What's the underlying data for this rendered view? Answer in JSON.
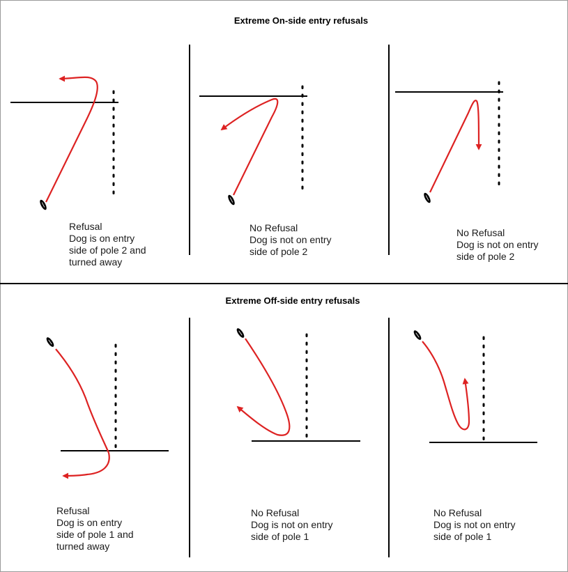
{
  "sections": [
    {
      "title": "Extreme On-side entry refusals",
      "panels": [
        {
          "caption": [
            "Refusal",
            "Dog is on entry",
            "side of pole 2 and",
            "turned away"
          ]
        },
        {
          "caption": [
            "No Refusal",
            "Dog is not on entry",
            "side of pole 2"
          ]
        },
        {
          "caption": [
            "No Refusal",
            "Dog is not on entry",
            "side of pole 2"
          ]
        }
      ]
    },
    {
      "title": "Extreme Off-side entry refusals",
      "panels": [
        {
          "caption": [
            "Refusal",
            "Dog is on entry",
            "side of pole 1 and",
            "turned away"
          ]
        },
        {
          "caption": [
            "No Refusal",
            "Dog is not on entry",
            "side of pole 1"
          ]
        },
        {
          "caption": [
            "No Refusal",
            "Dog is not on entry",
            "side of pole 1"
          ]
        }
      ]
    }
  ],
  "colors": {
    "path": "#dd2222",
    "ink": "#000000"
  }
}
